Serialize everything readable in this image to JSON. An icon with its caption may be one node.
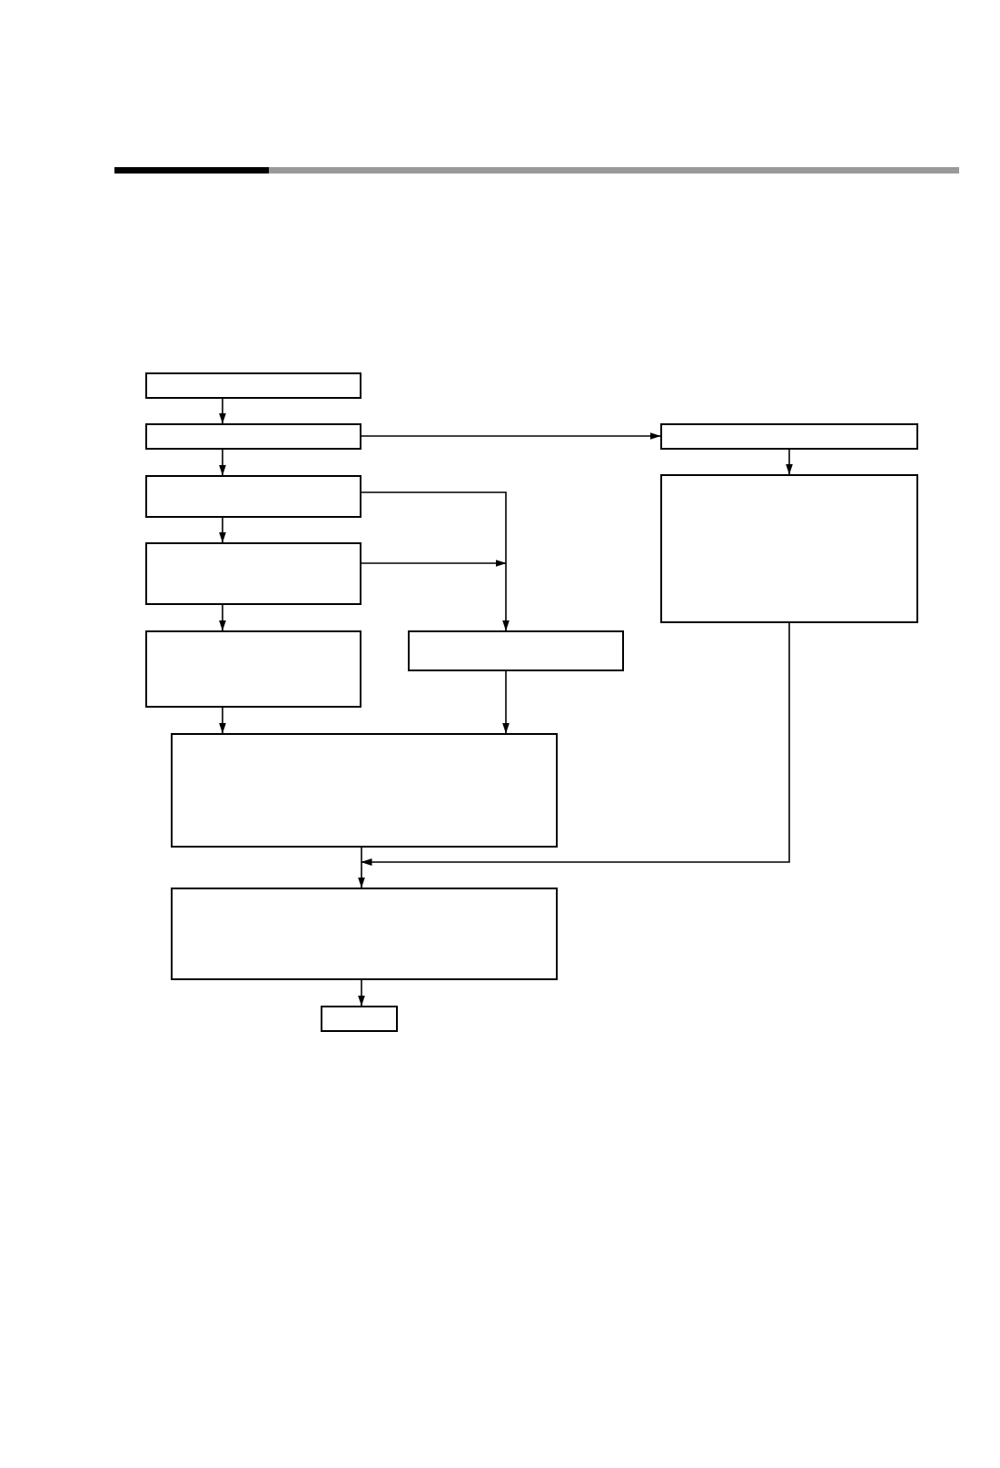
{
  "diagram": {
    "nodes": [
      {
        "text": [],
        "shape": "box"
      },
      {
        "text": [],
        "shape": "box"
      },
      {
        "text": [],
        "shape": "box"
      },
      {
        "text": [],
        "shape": "box"
      },
      {
        "text": [],
        "shape": "box"
      },
      {
        "text": [],
        "shape": "box"
      },
      {
        "text": [],
        "shape": "box"
      },
      {
        "text": [],
        "shape": "box"
      },
      {
        "text": [],
        "shape": "box"
      },
      {
        "text": [],
        "shape": "box"
      },
      {
        "text": [],
        "shape": "box"
      }
    ],
    "edges": [
      {
        "from": 0,
        "to": 1,
        "arrow": "to"
      },
      {
        "from": 1,
        "to": 3,
        "arrow": "to"
      },
      {
        "from": 1,
        "to": 2,
        "arrow": "to"
      },
      {
        "from": 2,
        "to": 4,
        "arrow": "to"
      },
      {
        "from": 3,
        "to": 5,
        "arrow": "to"
      },
      {
        "from": 3,
        "to": 7,
        "arrow": "to"
      },
      {
        "from": 5,
        "to": 7,
        "arrow": "to"
      },
      {
        "from": 5,
        "to": 6,
        "arrow": "to"
      },
      {
        "from": 6,
        "to": 8,
        "arrow": "to"
      },
      {
        "from": 7,
        "to": 8,
        "arrow": "to"
      },
      {
        "from": 8,
        "to": 9,
        "arrow": "to"
      },
      {
        "from": 4,
        "to": 9,
        "arrow": "to"
      },
      {
        "from": 9,
        "to": 10,
        "arrow": "to"
      }
    ]
  }
}
